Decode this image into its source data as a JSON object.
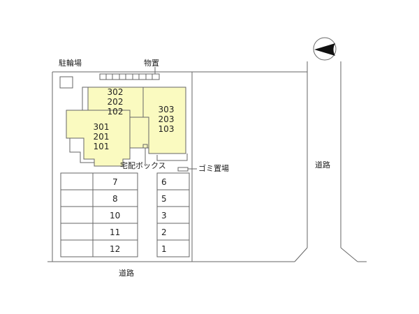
{
  "labels": {
    "bicycle_parking": "駐輪場",
    "storage": "物置",
    "delivery_box": "宅配ボックス",
    "garbage_area": "ゴミ置場",
    "road_bottom": "道路",
    "road_right": "道路"
  },
  "buildings": [
    {
      "id": "west",
      "units": [
        "301",
        "201",
        "101"
      ]
    },
    {
      "id": "north",
      "units": [
        "302",
        "202",
        "102"
      ]
    },
    {
      "id": "east",
      "units": [
        "303",
        "203",
        "103"
      ]
    }
  ],
  "parking": {
    "left_column": [
      "7",
      "8",
      "10",
      "11",
      "12"
    ],
    "right_column": [
      "6",
      "5",
      "3",
      "2",
      "1"
    ]
  },
  "compass": {
    "direction": "north-pointing-left"
  },
  "colors": {
    "building_fill": "#fafac0",
    "line": "#555555"
  }
}
